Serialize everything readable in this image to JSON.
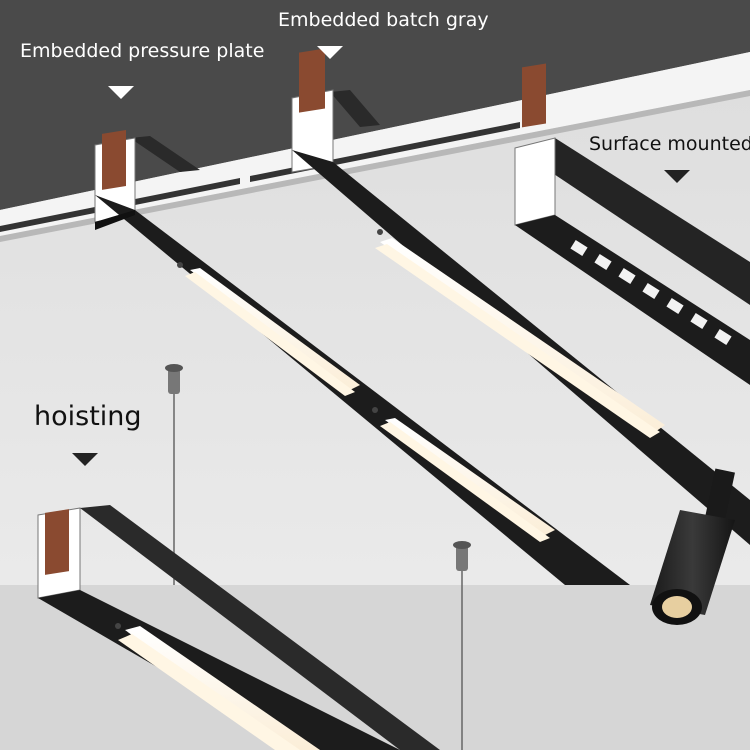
{
  "labels": {
    "embedded_pressure_plate": "Embedded pressure plate",
    "embedded_batch_gray": "Embedded batch gray",
    "surface_mounted": "Surface mounted",
    "hoisting": "hoisting"
  },
  "colors": {
    "ceiling_dark": "#4a4a4a",
    "wall_light": "#e4e4e4",
    "track_black": "#1c1c1c",
    "led_glow": "#fff6e4",
    "copper": "#8a4a30"
  }
}
